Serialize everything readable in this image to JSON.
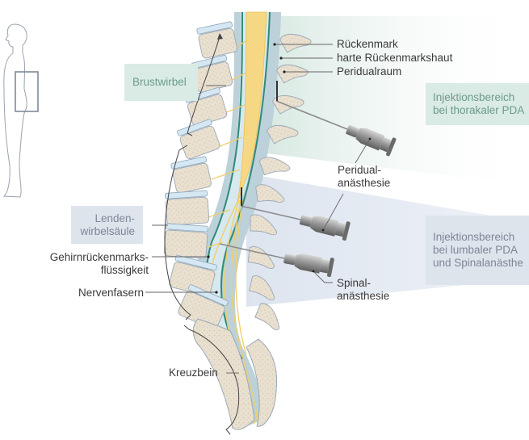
{
  "diagram": {
    "title": "Spinal anatomy: thoracic and lumbar epidural (PDA) and spinal anesthesia injection areas",
    "colors": {
      "spinal_cord": "#f6d784",
      "dura": "#2f8a7a",
      "csf": "#d6e6ee",
      "epidural_space": "#b7cdd6",
      "vertebra": "#e8dfcf",
      "disc": "#d5e7f2",
      "thoracic_zone": "#dcebe5",
      "lumbar_zone": "#dfe6ef",
      "needle": "#8a8a8a"
    },
    "region_boxes": {
      "thoracic_vertebrae": "Brustwirbel",
      "lumbar_spine": [
        "Lenden-",
        "wirbelsäule"
      ]
    },
    "injection_boxes": {
      "thoracic": [
        "Injektionsbereich",
        "bei thorakaler PDA"
      ],
      "lumbar": [
        "Injektionsbereich",
        "bei lumbaler PDA",
        "und Spinalanästhe"
      ]
    },
    "labels": {
      "spinal_cord": "Rückenmark",
      "dura_mater": "harte Rückenmarkshaut",
      "epidural_space": "Peridualraum",
      "epidural_anesthesia": [
        "Peridual-",
        "anästhesie"
      ],
      "spinal_anesthesia": [
        "Spinal-",
        "anästhesie"
      ],
      "csf": [
        "Gehirnrückenmarks-",
        "flüssigkeit"
      ],
      "nerve_fibers": "Nervenfasern",
      "sacrum": "Kreuzbein"
    },
    "locator": {
      "figure": "human-silhouette-side-view",
      "highlight": "lower-back-region"
    }
  }
}
